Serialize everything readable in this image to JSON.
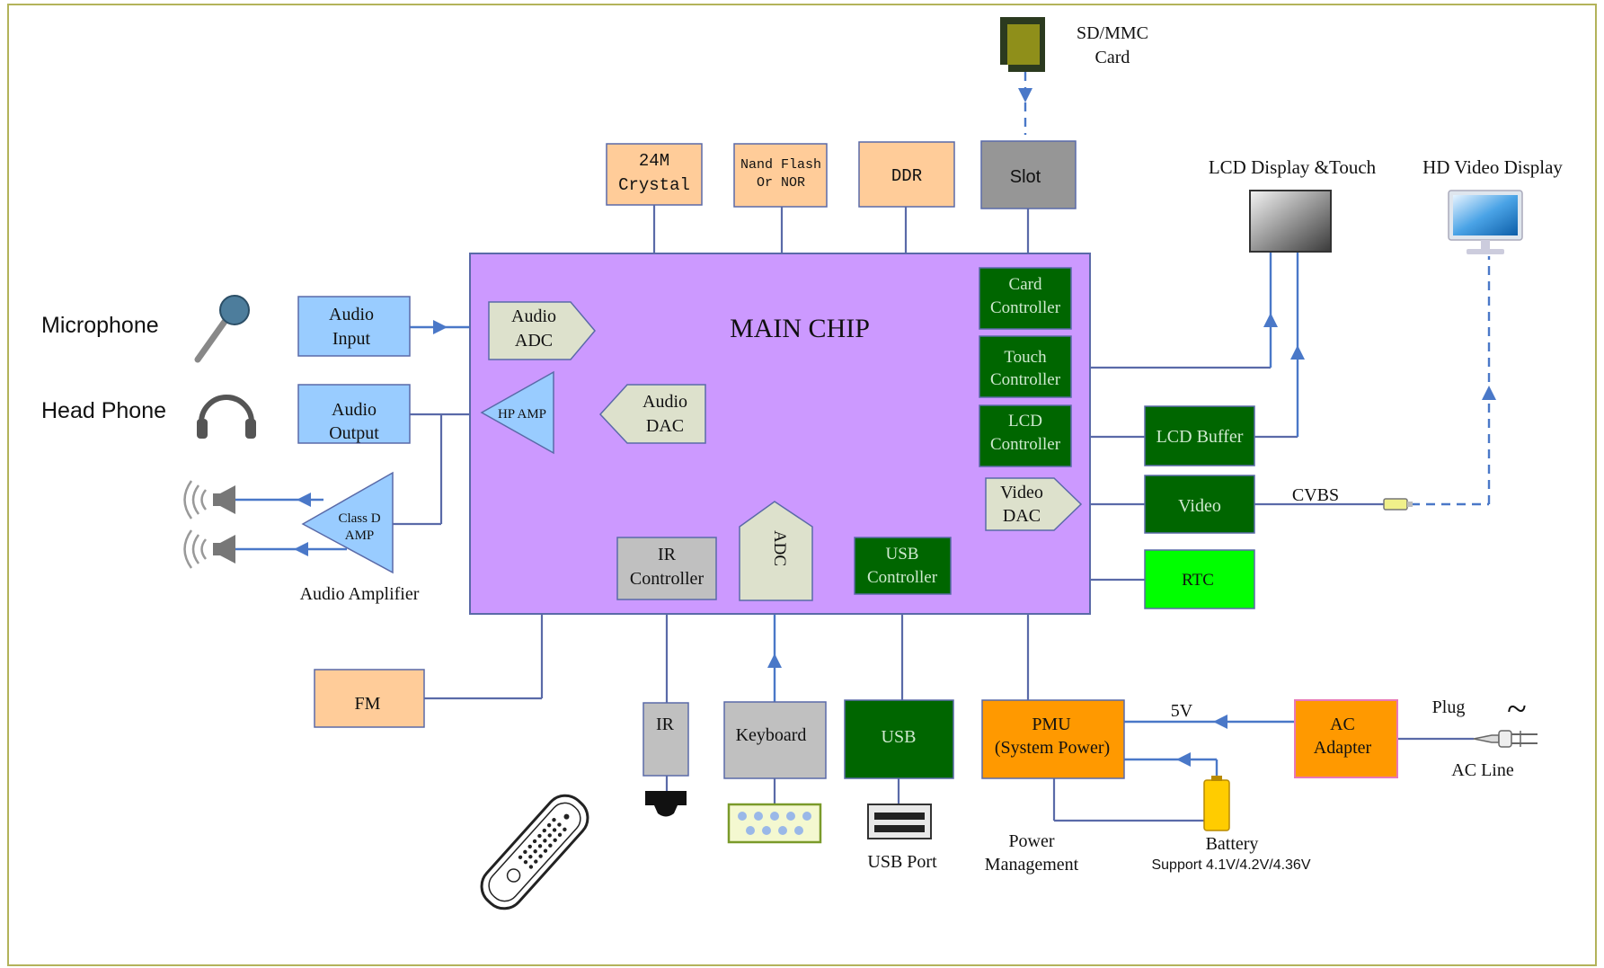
{
  "main_chip": {
    "title": "MAIN CHIP"
  },
  "top_blocks": {
    "crystal": [
      "24M",
      "Crystal"
    ],
    "nand": [
      "Nand Flash",
      "Or NOR"
    ],
    "ddr": "DDR",
    "slot": "Slot",
    "sd_card": [
      "SD/MMC",
      "Card"
    ]
  },
  "internal": {
    "audio_adc": [
      "Audio",
      "ADC"
    ],
    "audio_dac": [
      "Audio",
      "DAC"
    ],
    "hp_amp": "HP AMP",
    "card_controller": [
      "Card",
      "Controller"
    ],
    "touch_controller": [
      "Touch",
      "Controller"
    ],
    "lcd_controller": [
      "LCD",
      "Controller"
    ],
    "video_dac": [
      "Video",
      "DAC"
    ],
    "ir_controller": [
      "IR",
      "Controller"
    ],
    "adc": "ADC",
    "usb_controller": [
      "USB",
      "Controller"
    ]
  },
  "left": {
    "microphone": "Microphone",
    "headphone": "Head Phone",
    "audio_input": [
      "Audio",
      "Input"
    ],
    "audio_output": [
      "Audio",
      "Output"
    ],
    "class_d_amp": [
      "Class D",
      "AMP"
    ],
    "audio_amplifier": "Audio Amplifier",
    "fm": "FM"
  },
  "right": {
    "lcd_display": "LCD Display &Touch",
    "hd_display": "HD Video Display",
    "lcd_buffer": "LCD Buffer",
    "video": "Video",
    "cvbs": "CVBS",
    "rtc": "RTC"
  },
  "bottom": {
    "ir": "IR",
    "keyboard": "Keyboard",
    "usb": "USB",
    "usb_port": "USB Port",
    "pmu": [
      "PMU",
      "(System Power)"
    ],
    "power_management": [
      "Power",
      "Management"
    ],
    "five_v": "5V",
    "ac_adapter": [
      "AC",
      "Adapter"
    ],
    "plug": "Plug",
    "tilde": "~",
    "ac_line": "AC Line",
    "battery": "Battery",
    "battery_support": "Support 4.1V/4.2V/4.36V"
  },
  "colors": {
    "main_chip": "#cc99ff",
    "audio_blue": "#99ccff",
    "peach": "#ffcc99",
    "gray_slot": "#969696",
    "dark_green": "#006600",
    "bright_green": "#00ff00",
    "orange": "#ff9900",
    "beige": "#dde1cc",
    "link_blue": "#4a78c8"
  }
}
